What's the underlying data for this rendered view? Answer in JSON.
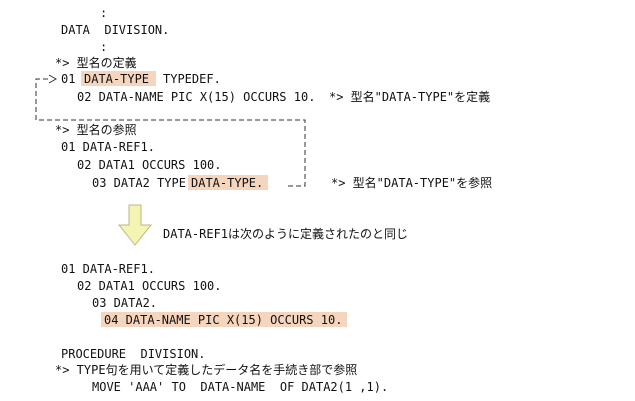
{
  "colors": {
    "highlight": "#f6d5bf",
    "arrow_fill": "#f4f4b5",
    "arrow_stroke": "#b9b980"
  },
  "icons": {
    "connector": "dashed-connector-line",
    "down_arrow": "down-arrow-icon"
  },
  "code": {
    "colon1": ":",
    "data_division": "DATA  DIVISION.",
    "colon2": ":",
    "comment_typedef_def": "*> 型名の定義",
    "def_level": "01",
    "def_name": "DATA-TYPE",
    "def_typedef": "TYPEDEF.",
    "def_line2": "02 DATA-NAME PIC X(15) OCCURS 10.",
    "def_line2_comment": "*> 型名\"DATA-TYPE\"を定義",
    "comment_typedef_ref": "*> 型名の参照",
    "ref_line1": "01 DATA-REF1.",
    "ref_line2": "02 DATA1 OCCURS 100.",
    "ref_line3_prefix": "03 DATA2 TYPE",
    "ref_line3_type": "DATA-TYPE.",
    "ref_line3_comment": "*> 型名\"DATA-TYPE\"を参照",
    "arrow_caption": "DATA-REF1は次のように定義されたのと同じ",
    "eq_line1": "01 DATA-REF1.",
    "eq_line2": "02 DATA1 OCCURS 100.",
    "eq_line3": "03 DATA2.",
    "eq_line4": "04 DATA-NAME PIC X(15) OCCURS 10.",
    "procedure_division": "PROCEDURE  DIVISION.",
    "comment_proc": "*> TYPE句を用いて定義したデータ名を手続き部で参照",
    "move_line": "MOVE 'AAA' TO  DATA-NAME  OF DATA2(1 ,1)."
  }
}
